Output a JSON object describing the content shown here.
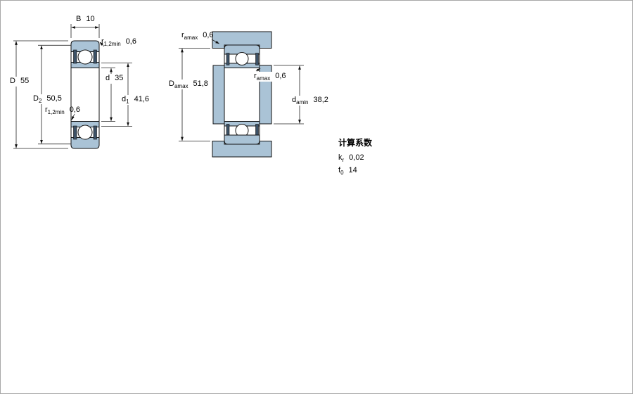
{
  "colors": {
    "part_fill": "#aac3d6",
    "seal_fill": "#3c5166",
    "outline": "#111111",
    "dimension_line": "#222222",
    "background": "#ffffff"
  },
  "dimension_drawing": {
    "left_view": {
      "dims": {
        "B": {
          "sym": "B",
          "sub": "",
          "value": "10"
        },
        "r_top": {
          "sym": "r",
          "sub": "1,2min",
          "value": "0,6"
        },
        "D": {
          "sym": "D",
          "sub": "",
          "value": "55"
        },
        "D2": {
          "sym": "D",
          "sub": "2",
          "value": "50,5"
        },
        "d": {
          "sym": "d",
          "sub": "",
          "value": "35"
        },
        "d1": {
          "sym": "d",
          "sub": "1",
          "value": "41,6"
        },
        "r_bottom": {
          "sym": "r",
          "sub": "1,2min",
          "value": "0,6"
        }
      }
    },
    "right_view": {
      "dims": {
        "ra_top": {
          "sym": "r",
          "sub": "amax",
          "value": "0,6"
        },
        "Da": {
          "sym": "D",
          "sub": "amax",
          "value": "51,8"
        },
        "ra_mid": {
          "sym": "r",
          "sub": "amax",
          "value": "0,6"
        },
        "da": {
          "sym": "d",
          "sub": "amin",
          "value": "38,2"
        }
      }
    }
  },
  "calculation_factors": {
    "title": "计算系数",
    "rows": [
      {
        "sym": "k",
        "sub": "r",
        "value": "0,02"
      },
      {
        "sym": "f",
        "sub": "0",
        "value": "14"
      }
    ]
  }
}
